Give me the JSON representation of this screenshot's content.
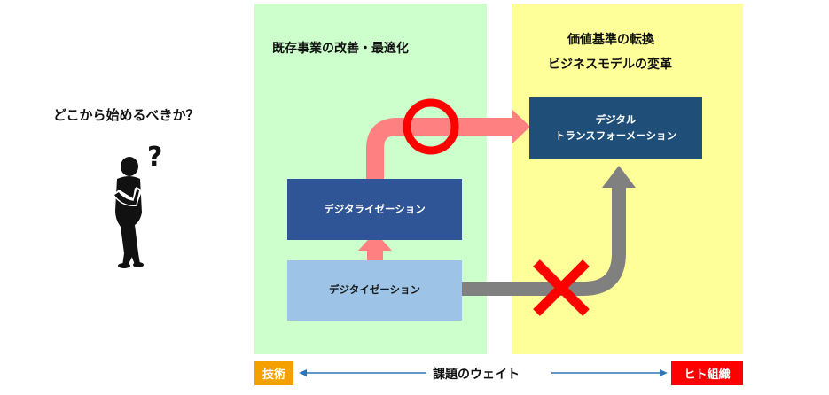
{
  "question": "どこから始めるべきか？",
  "zones": {
    "left_title": "既存事業の改善・最適化",
    "right_title_line1": "価値基準の転換",
    "right_title_line2": "ビジネスモデルの変革"
  },
  "boxes": {
    "dx_line1": "デジタル",
    "dx_line2": "トランスフォーメーション",
    "digitalization": "デジタライゼーション",
    "digitization": "デジタイゼーション"
  },
  "bottom": {
    "tech_label": "技術",
    "weight_label": "課題のウェイト",
    "org_label": "ヒト組織"
  },
  "colors": {
    "left_zone": "#ccffcc",
    "right_zone": "#ffff99",
    "dx_box": "#1f4e79",
    "digitalization_box": "#2f5597",
    "digitization_box": "#9dc3e6",
    "pink_arrow": "#ff8080",
    "gray_arrow": "#808080",
    "mark_red": "#ff0000",
    "tech_label_bg": "#f4a000",
    "org_label_bg": "#ff0000",
    "weight_arrow": "#2e75b6"
  },
  "icons": [
    "thinking-person-icon",
    "question-mark-icon",
    "circle-mark-icon",
    "cross-mark-icon"
  ]
}
